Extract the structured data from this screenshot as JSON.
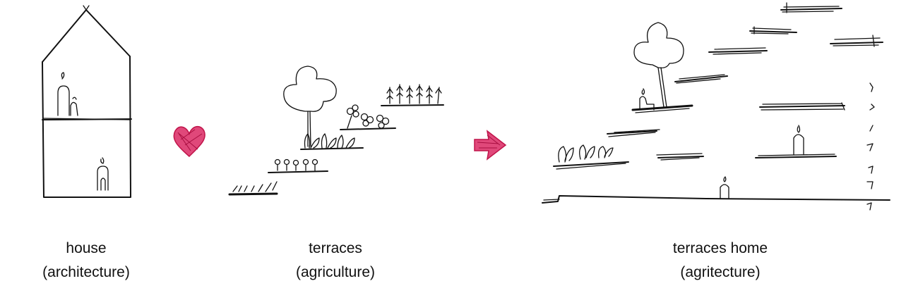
{
  "colors": {
    "ink": "#111111",
    "accent": "#d0205a"
  },
  "panels": [
    {
      "title": "house",
      "subtitle": "(architecture)"
    },
    {
      "title": "terraces",
      "subtitle": "(agriculture)"
    },
    {
      "title": "terraces home",
      "subtitle": "(agritecture)"
    }
  ],
  "connectors": [
    {
      "icon": "heart-icon"
    },
    {
      "icon": "arrow-right-icon"
    }
  ]
}
